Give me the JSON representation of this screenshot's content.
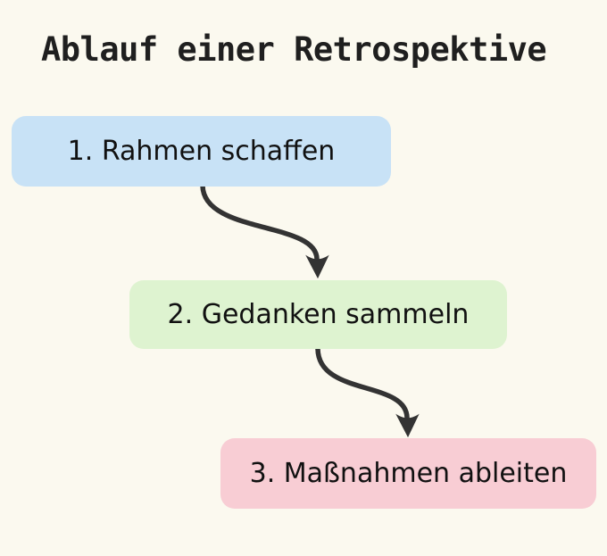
{
  "page": {
    "background": "#fbf9ef",
    "title": "Ablauf einer Retrospektive"
  },
  "diagram": {
    "type": "flowchart",
    "direction": "top-down",
    "nodes": [
      {
        "id": "step-1",
        "label": "1. Rahmen schaffen",
        "fill": "#c8e2f6"
      },
      {
        "id": "step-2",
        "label": "2. Gedanken sammeln",
        "fill": "#def3d0"
      },
      {
        "id": "step-3",
        "label": "3. Maßnahmen ableiten",
        "fill": "#f8cdd4"
      }
    ],
    "edges": [
      {
        "from": "step-1",
        "to": "step-2"
      },
      {
        "from": "step-2",
        "to": "step-3"
      }
    ],
    "arrow_color": "#333333",
    "text_color": "#111111"
  }
}
